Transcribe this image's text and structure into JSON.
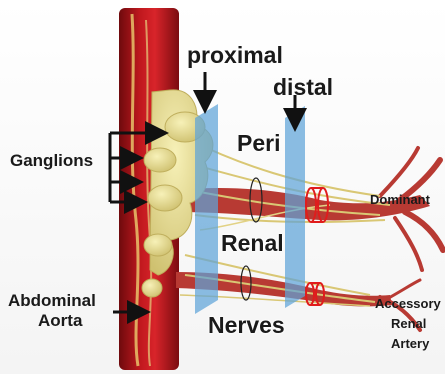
{
  "labels": {
    "proximal": "proximal",
    "distal": "distal",
    "peri": "Peri",
    "renal": "Renal",
    "nerves": "Nerves",
    "ganglions": "Ganglions",
    "abdominal": "Abdominal",
    "aorta": "Aorta",
    "dominant": "Dominant",
    "accessory": "Accessory",
    "renal_artery_line1": "Renal",
    "renal_artery_line2": "Artery"
  },
  "colors": {
    "aorta": "#b3141a",
    "ganglion": "#e8de8c",
    "nerve": "#d9c774",
    "artery": "#b83a33",
    "ablation_plane": "#5ea3d8",
    "cuff": "#e01c1c",
    "arrow": "#111111"
  },
  "icons": {
    "arrow": "arrow-icon",
    "cuff": "electrode-cuff-icon"
  }
}
